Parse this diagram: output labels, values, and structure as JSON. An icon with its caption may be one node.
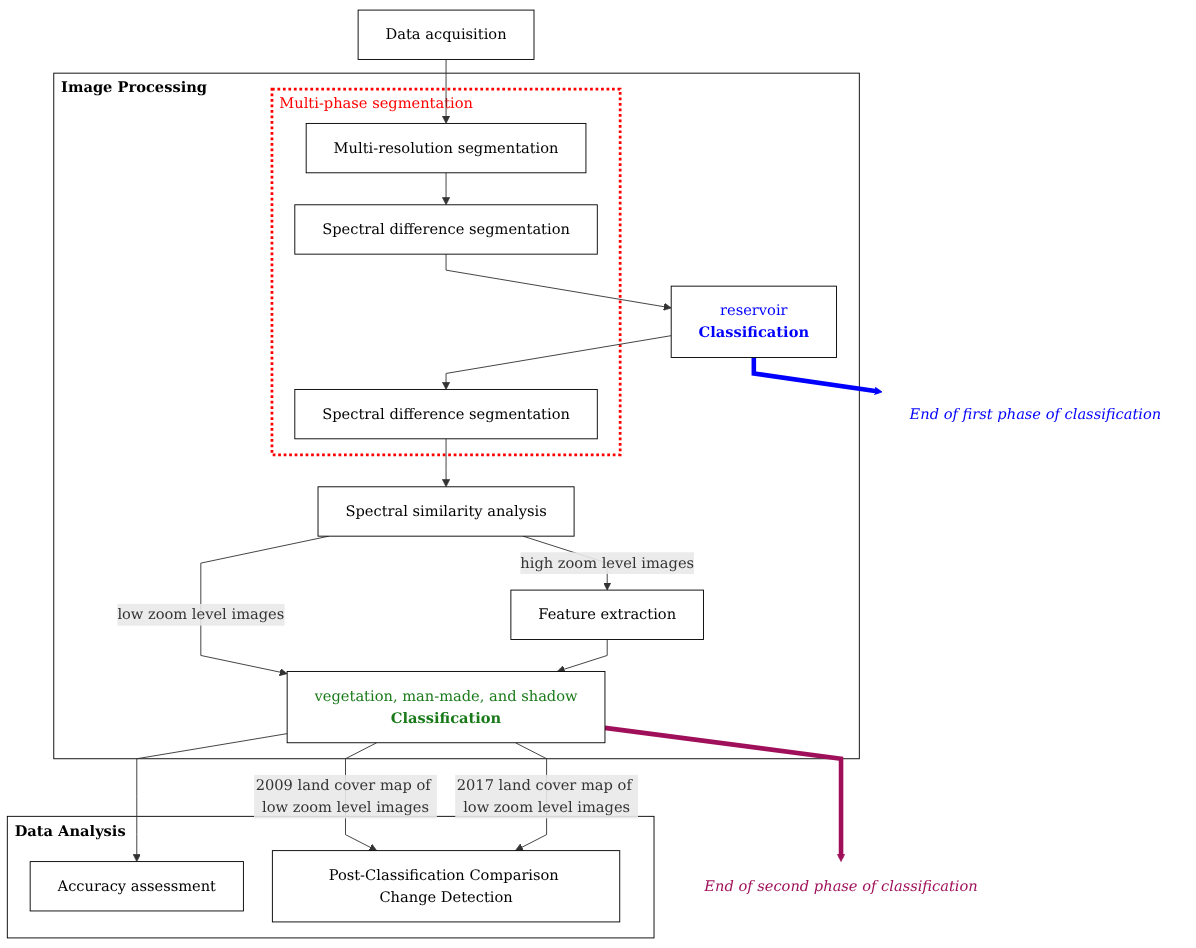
{
  "diagram": {
    "nodes": [
      {
        "text": [
          "Data acquisition"
        ]
      },
      {
        "text": [
          "Image Processing"
        ]
      },
      {
        "text": [
          "Multi-phase segmentation"
        ],
        "in": 1
      },
      {
        "text": [
          "Multi-resolution segmentation"
        ],
        "in": 2
      },
      {
        "text": [
          "Spectral difference segmentation"
        ],
        "in": 2
      },
      {
        "text": [
          "reservoir",
          "Classification"
        ],
        "in": 1
      },
      {
        "text": [
          "End of first phase of classification"
        ]
      },
      {
        "text": [
          "Spectral difference segmentation"
        ],
        "in": 2
      },
      {
        "text": [
          "Spectral similarity analysis"
        ],
        "in": 1
      },
      {
        "text": [
          "Feature extraction"
        ],
        "in": 1
      },
      {
        "text": [
          "vegetation, man-made, and shadow",
          "Classification"
        ],
        "in": 1
      },
      {
        "text": [
          "End of second phase of classification"
        ]
      },
      {
        "text": [
          "Data Analysis"
        ]
      },
      {
        "text": [
          "Accuracy assessment"
        ],
        "in": 12
      },
      {
        "text": [
          "Post-Classification Comparison Change Detection"
        ],
        "in": 12
      }
    ],
    "edges": [
      {
        "from": 0,
        "to": 3,
        "arrow": "to"
      },
      {
        "from": 3,
        "to": 4,
        "arrow": "to"
      },
      {
        "from": 4,
        "to": 5,
        "arrow": "to"
      },
      {
        "from": 5,
        "to": 6,
        "arrow": "to",
        "style": "thick",
        "color": "#0000ff"
      },
      {
        "from": 5,
        "to": 7,
        "arrow": "to"
      },
      {
        "from": 7,
        "to": 8,
        "arrow": "to"
      },
      {
        "from": 8,
        "to": 9,
        "arrow": "to",
        "label": "high zoom level images"
      },
      {
        "from": 8,
        "to": 10,
        "arrow": "to",
        "label": "low zoom level images"
      },
      {
        "from": 9,
        "to": 10,
        "arrow": "to"
      },
      {
        "from": 10,
        "to": 11,
        "arrow": "to",
        "style": "thick",
        "color": "#a0105a"
      },
      {
        "from": 10,
        "to": 13,
        "arrow": "to"
      },
      {
        "from": 10,
        "to": 14,
        "arrow": "to",
        "label": "2009 land cover map of low zoom level images"
      },
      {
        "from": 10,
        "to": 14,
        "arrow": "to",
        "label": "2017 land cover map of low zoom level images"
      }
    ]
  }
}
